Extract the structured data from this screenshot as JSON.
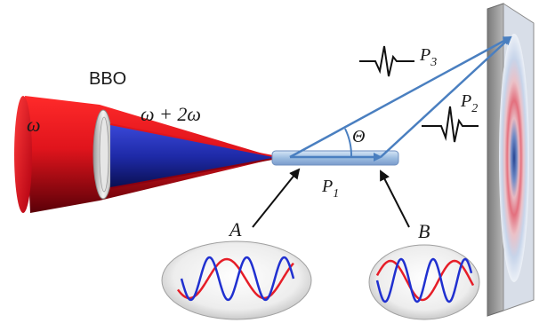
{
  "labels": {
    "crystal": "BBO",
    "fundamental": "ω",
    "two_color": "ω + 2ω",
    "angle": "Θ",
    "point_a": "A",
    "point_b": "B",
    "p1_main": "P",
    "p1_sub": "1",
    "p2_main": "P",
    "p2_sub": "2",
    "p3_main": "P",
    "p3_sub": "3"
  },
  "colors": {
    "red_beam": "#e0141c",
    "blue_beam": "#1e2aa8",
    "arrow_blue": "#4a7fc0",
    "plasma": "#a8c4e4",
    "screen_frame": "#8c8c8c",
    "wave_red": "#e61e28",
    "wave_blue": "#2030d0"
  }
}
